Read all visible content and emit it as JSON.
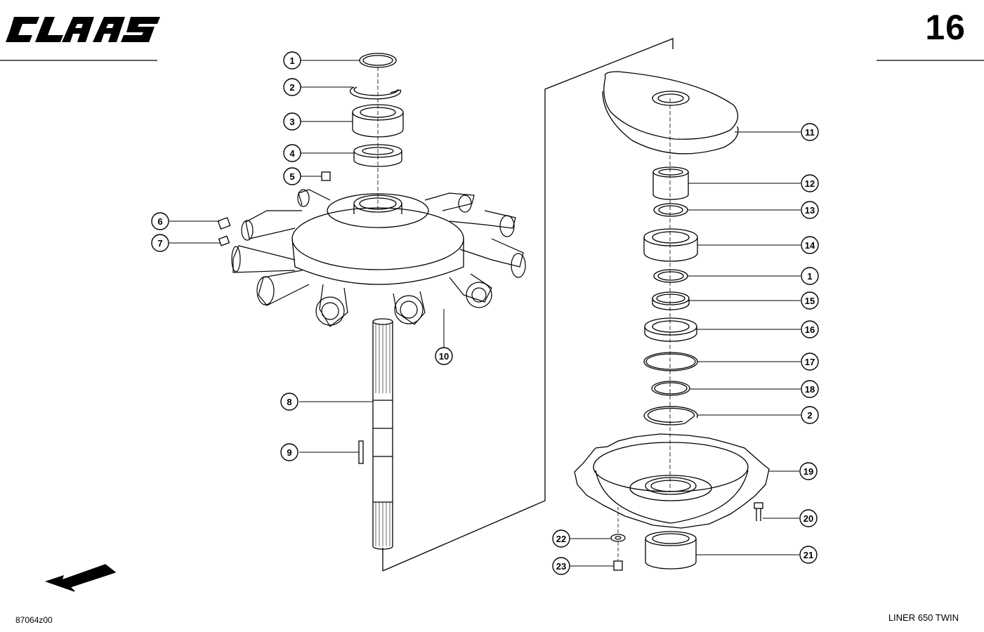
{
  "header": {
    "brand": "CLAAS",
    "page_number": "16"
  },
  "footer": {
    "drawing_number": "87064z00",
    "model": "LINER 650 TWIN"
  },
  "callouts_left": [
    "1",
    "2",
    "3",
    "4",
    "5",
    "6",
    "7",
    "8",
    "9",
    "10"
  ],
  "callouts_right": [
    "11",
    "12",
    "13",
    "14",
    "1",
    "15",
    "16",
    "17",
    "18",
    "2",
    "19",
    "20",
    "21",
    "22",
    "23"
  ],
  "icons": {
    "logo": "claas-logo",
    "direction": "arrow-icon"
  },
  "colors": {
    "line": "#000000",
    "background": "#ffffff",
    "shade": "#d9d9d9"
  }
}
